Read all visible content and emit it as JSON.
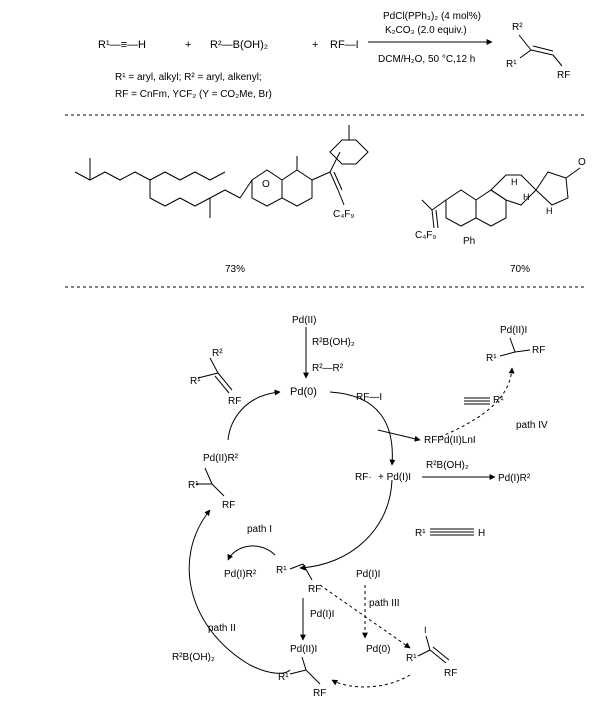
{
  "reaction": {
    "r1_alkyne": "R¹—≡—H",
    "plus1": "+",
    "boronic": "R²—B(OH)₂",
    "plus2": "+",
    "rf_i": "RF—I",
    "catalyst": "PdCl(PPh₃)₂ (4 mol%)",
    "base": "K₂CO₃ (2.0 equiv.)",
    "conditions": "DCM/H₂O, 50 °C,12 h",
    "scope_line1": "R¹ = aryl, alkyl; R² = aryl, alkenyl;",
    "scope_line2": "RF = CnFm, YCF₂ (Y = CO₂Me, Br)",
    "product_r2": "R²",
    "product_r1": "R¹",
    "product_rf": "RF"
  },
  "examples": [
    {
      "substituent": "C₄F₉",
      "yield": "73%"
    },
    {
      "substituent": "C₄F₉",
      "yield": "70%",
      "ph_label": "Ph",
      "h_labels": [
        "H",
        "H",
        "H"
      ],
      "o_label": "O"
    }
  ],
  "mechanism": {
    "pd_ii_top": "Pd(II)",
    "r2boh2_top": "R²B(OH)₂",
    "r2r2": "R²—R²",
    "pd0": "Pd(0)",
    "rf_i": "RF—I",
    "rfpd_complex": "RFPd(II)LnI",
    "rf_radical": "RF·",
    "plus_pdi": "+ Pd(I)I",
    "r2boh2_mid": "R²B(OH)₂",
    "pdi_r2_right": "Pd(I)R²",
    "pdii_r2_left": "Pd(II)R²",
    "r1_left": "R¹",
    "rf_left": "RF",
    "product_r2": "R²",
    "product_r1": "R¹",
    "product_rf": "RF",
    "top_right_pdiii": "Pd(II)I",
    "top_right_r1": "R¹",
    "top_right_rf": "RF",
    "alkyne_r1_right": "R¹",
    "path_iv": "path IV",
    "alkyne_r1_h": "R¹",
    "alkyne_h": "H",
    "path_i": "path I",
    "pdi_r2_bottom": "Pd(I)R²",
    "radical_r1": "R¹",
    "radical_rf": "RF",
    "pdi_i_mid": "Pd(I)I",
    "pdi_i_right": "Pd(I)I",
    "path_iii": "path III",
    "path_ii": "path II",
    "r2boh2_bottom": "R²B(OH)₂",
    "pdii_i_bottom": "Pd(II)I",
    "bottom_r1": "R¹",
    "bottom_rf": "RF",
    "pd0_bottom": "Pd(0)",
    "iodo_i": "I",
    "iodo_r1": "R¹",
    "iodo_rf": "RF"
  }
}
